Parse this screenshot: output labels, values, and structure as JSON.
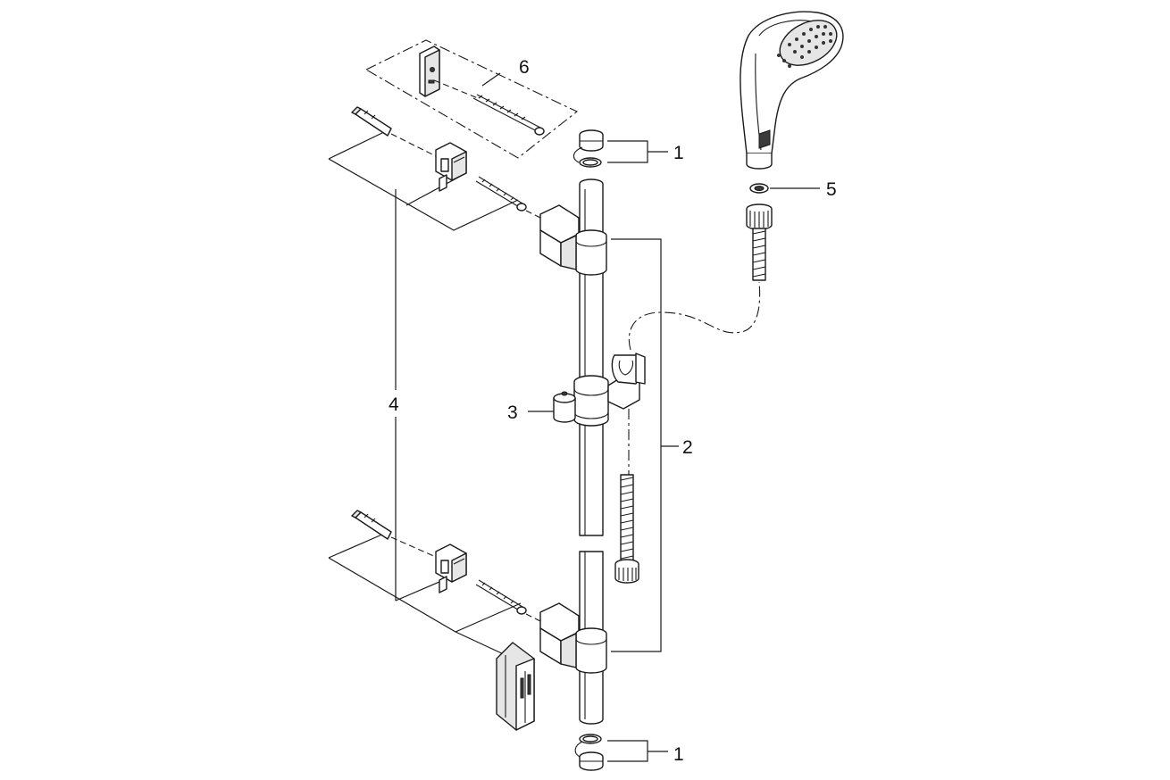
{
  "callouts": {
    "end_caps_top": "1",
    "rail_assembly": "2",
    "slider": "3",
    "wall_brackets": "4",
    "hand_shower_seal": "5",
    "fixing_set": "6",
    "end_caps_bottom": "1"
  },
  "colors": {
    "line": "#1a1a1a",
    "fill": "#ffffff",
    "shade": "#e6e6e6"
  }
}
